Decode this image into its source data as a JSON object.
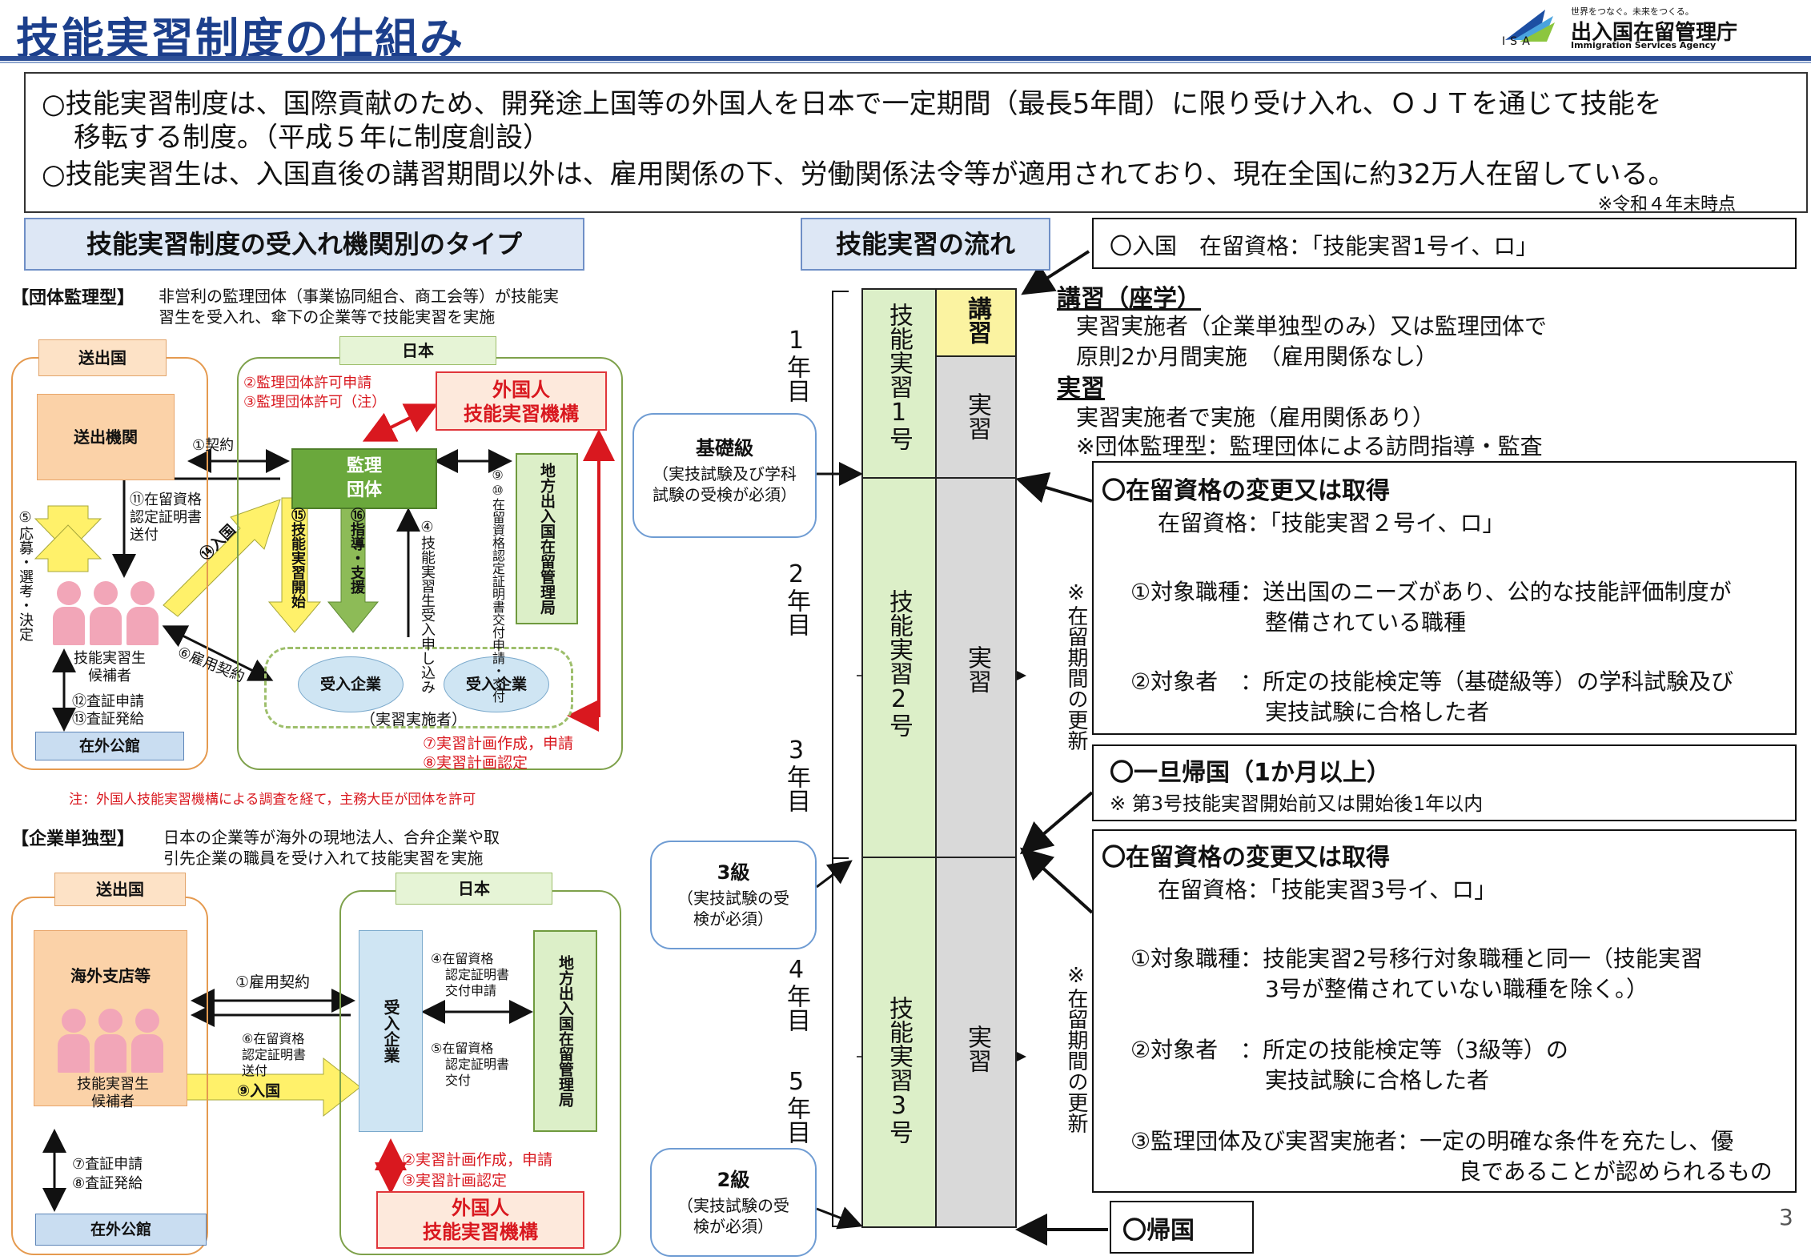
{
  "header": {
    "title": "技能実習制度の仕組み",
    "logo_tagline": "世界をつなぐ。未来をつくる。",
    "logo_org": "出入国在留管理庁",
    "logo_org_en": "Immigration Services Agency",
    "logo_abbr": "ISA"
  },
  "intro": {
    "line1": "○技能実習制度は、国際貢献のため、開発途上国等の外国人を日本で一定期間（最長5年間）に限り受け入れ、ＯＪＴを通じて技能を",
    "line2": "移転する制度。（平成５年に制度創設）",
    "line3": "○技能実習生は、入国直後の講習期間以外は、雇用関係の下、労働関係法令等が適用されており、現在全国に約32万人在留している。",
    "note": "※令和４年末時点"
  },
  "left": {
    "heading": "技能実習制度の受入れ機関別のタイプ",
    "dantai": {
      "label": "【団体監理型】",
      "desc1": "非営利の監理団体（事業協同組合、商工会等）が技能実",
      "desc2": "習生を受入れ、傘下の企業等で技能実習を実施",
      "sending_country": "送出国",
      "japan": "日本",
      "sending_org": "送出機関",
      "kanri_dantai": "監理\n団体",
      "foreign_org_1": "外国人",
      "foreign_org_2": "技能実習機構",
      "regional_bureau": "地方出入国在留管理局",
      "company_a": "受入企業",
      "company_b": "受入企業",
      "implementer": "（実習実施者）",
      "candidates": "技能実習生\n候補者",
      "embassy": "在外公館",
      "s1": "①契約",
      "s2": "②監理団体許可申請",
      "s3": "③監理団体許可（注）",
      "s4": "④技能実習生受入申し込み",
      "s5": "⑤応募・選考・決定",
      "s6": "⑥雇用契約",
      "s7": "⑦実習計画作成，申請",
      "s8": "⑧実習計画認定",
      "s910": "⑨⑩在留資格認定証明書交付申請・交付",
      "s11a": "⑪在留資格",
      "s11b": "認定証明書",
      "s11c": "送付",
      "s12": "⑫査証申請",
      "s13": "⑬査証発給",
      "s14": "⑭入国",
      "s15": "⑮技能実習開始",
      "s16": "⑯指導・支援",
      "footnote": "注：外国人技能実習機構による調査を経て，主務大臣が団体を許可"
    },
    "kigyo": {
      "label": "【企業単独型】",
      "desc1": "日本の企業等が海外の現地法人、合弁企業や取",
      "desc2": "引先企業の職員を受け入れて技能実習を実施",
      "sending_country": "送出国",
      "japan": "日本",
      "overseas_branch": "海外支店等",
      "company": "受入企業",
      "regional_bureau": "地方出入国在留管理局",
      "candidates": "技能実習生\n候補者",
      "embassy": "在外公館",
      "foreign_org_1": "外国人",
      "foreign_org_2": "技能実習機構",
      "s1": "①雇用契約",
      "s2": "②実習計画作成，申請",
      "s3": "③実習計画認定",
      "s4a": "④在留資格",
      "s4b": "認定証明書",
      "s4c": "交付申請",
      "s5a": "⑤在留資格",
      "s5b": "認定証明書",
      "s5c": "交付",
      "s6a": "⑥在留資格",
      "s6b": "認定証明書",
      "s6c": "送付",
      "s7": "⑦査証申請",
      "s8": "⑧査証発給",
      "s9": "⑨入国"
    }
  },
  "flow": {
    "heading": "技能実習の流れ",
    "year1": "1年目",
    "year2": "2年目",
    "year3": "3年目",
    "year4": "4年目",
    "year5": "5年目",
    "stage1": "技能実習1号",
    "stage2": "技能実習2号",
    "stage3": "技能実習3号",
    "lecture": "講習",
    "practice": "実習",
    "basic_title": "基礎級",
    "basic_desc": "（実技試験及び学科試験の受検が必須）",
    "grade3_title": "3級",
    "grade3_desc": "（実技試験の受検が必須）",
    "grade2_title": "2級",
    "grade2_desc": "（実技試験の受検が必須）",
    "renewal1": "※在留期間の更新",
    "renewal2": "※在留期間の更新",
    "entry_box": "〇入国　在留資格：「技能実習1号イ、ロ」",
    "lecture_head": "講習（座学）",
    "lecture_l1": "実習実施者（企業単独型のみ）又は監理団体で",
    "lecture_l2": "原則2か月間実施　（雇用関係なし）",
    "practice_head": "実習",
    "practice_l1": "実習実施者で実施（雇用関係あり）",
    "practice_l2": "※団体監理型：監理団体による訪問指導・監査",
    "change2_head": "〇在留資格の変更又は取得",
    "change2_status": "在留資格：「技能実習２号イ、ロ」",
    "change2_i1a": "①対象職種：送出国のニーズがあり、公的な技能評価制度が",
    "change2_i1b": "整備されている職種",
    "change2_i2a": "②対象者　：所定の技能検定等（基礎級等）の学科試験及び",
    "change2_i2b": "実技試験に合格した者",
    "return_temp": "〇一旦帰国（1か月以上）",
    "return_note": "※ 第3号技能実習開始前又は開始後1年以内",
    "change3_head": "〇在留資格の変更又は取得",
    "change3_status": "在留資格：「技能実習3号イ、ロ」",
    "change3_i1a": "①対象職種：技能実習2号移行対象職種と同一（技能実習",
    "change3_i1b": "3号が整備されていない職種を除く。）",
    "change3_i2a": "②対象者　：所定の技能検定等（3級等）の",
    "change3_i2b": "実技試験に合格した者",
    "change3_i3a": "③監理団体及び実習実施者：一定の明確な条件を充たし、優",
    "change3_i3b": "良であることが認められるもの",
    "return_home": "〇帰国"
  },
  "page_number": "3",
  "colors": {
    "title": "#1c3f8c",
    "accent_red": "#d9181f",
    "green_band": "#dcefc8",
    "gray_band": "#d9d9d9",
    "yellow": "#fbf3a1"
  }
}
